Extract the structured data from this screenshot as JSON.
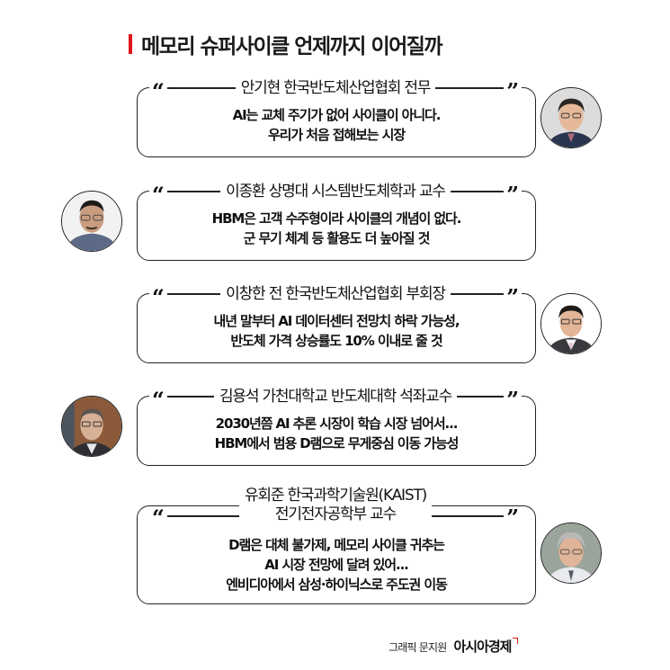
{
  "title": "메모리 슈퍼사이클 언제까지 이어질까",
  "accent_color": "#e3131b",
  "quote_marks": {
    "open": "“",
    "close": "”"
  },
  "cards": [
    {
      "speaker": "안기현 한국반도체산업협회 전무",
      "lines": [
        "AI는 교체 주기가 없어 사이클이 아니다.",
        "우리가 처음 접해보는 시장"
      ],
      "photo_side": "right",
      "photo_icon": "portrait-icon"
    },
    {
      "speaker": "이종환 상명대 시스템반도체학과 교수",
      "lines": [
        "HBM은 고객 수주형이라 사이클의 개념이 없다.",
        "군 무기 체계 등 활용도 더 높아질 것"
      ],
      "photo_side": "left",
      "photo_icon": "portrait-icon"
    },
    {
      "speaker": "이창한 전 한국반도체산업협회 부회장",
      "lines": [
        "내년 말부터 AI 데이터센터 전망치 하락 가능성,",
        "반도체 가격 상승률도 10% 이내로 줄 것"
      ],
      "photo_side": "right",
      "photo_icon": "portrait-icon"
    },
    {
      "speaker": "김용석 가천대학교 반도체대학 석좌교수",
      "lines": [
        "2030년쯤 AI 추론 시장이 학습 시장 넘어서...",
        "HBM에서 범용 D램으로 무게중심 이동 가능성"
      ],
      "photo_side": "left",
      "photo_icon": "portrait-icon"
    },
    {
      "speaker_lines": [
        "유회준 한국과학기술원(KAIST)",
        "전기전자공학부 교수"
      ],
      "lines": [
        "D램은 대체 불가제, 메모리 사이클 귀추는",
        "AI 시장 전망에 달려 있어...",
        "엔비디아에서 삼성·하이닉스로 주도권 이동"
      ],
      "photo_side": "right",
      "photo_icon": "portrait-icon"
    }
  ],
  "credit": {
    "author": "그래픽 문지원",
    "brand": "아시아경제"
  }
}
